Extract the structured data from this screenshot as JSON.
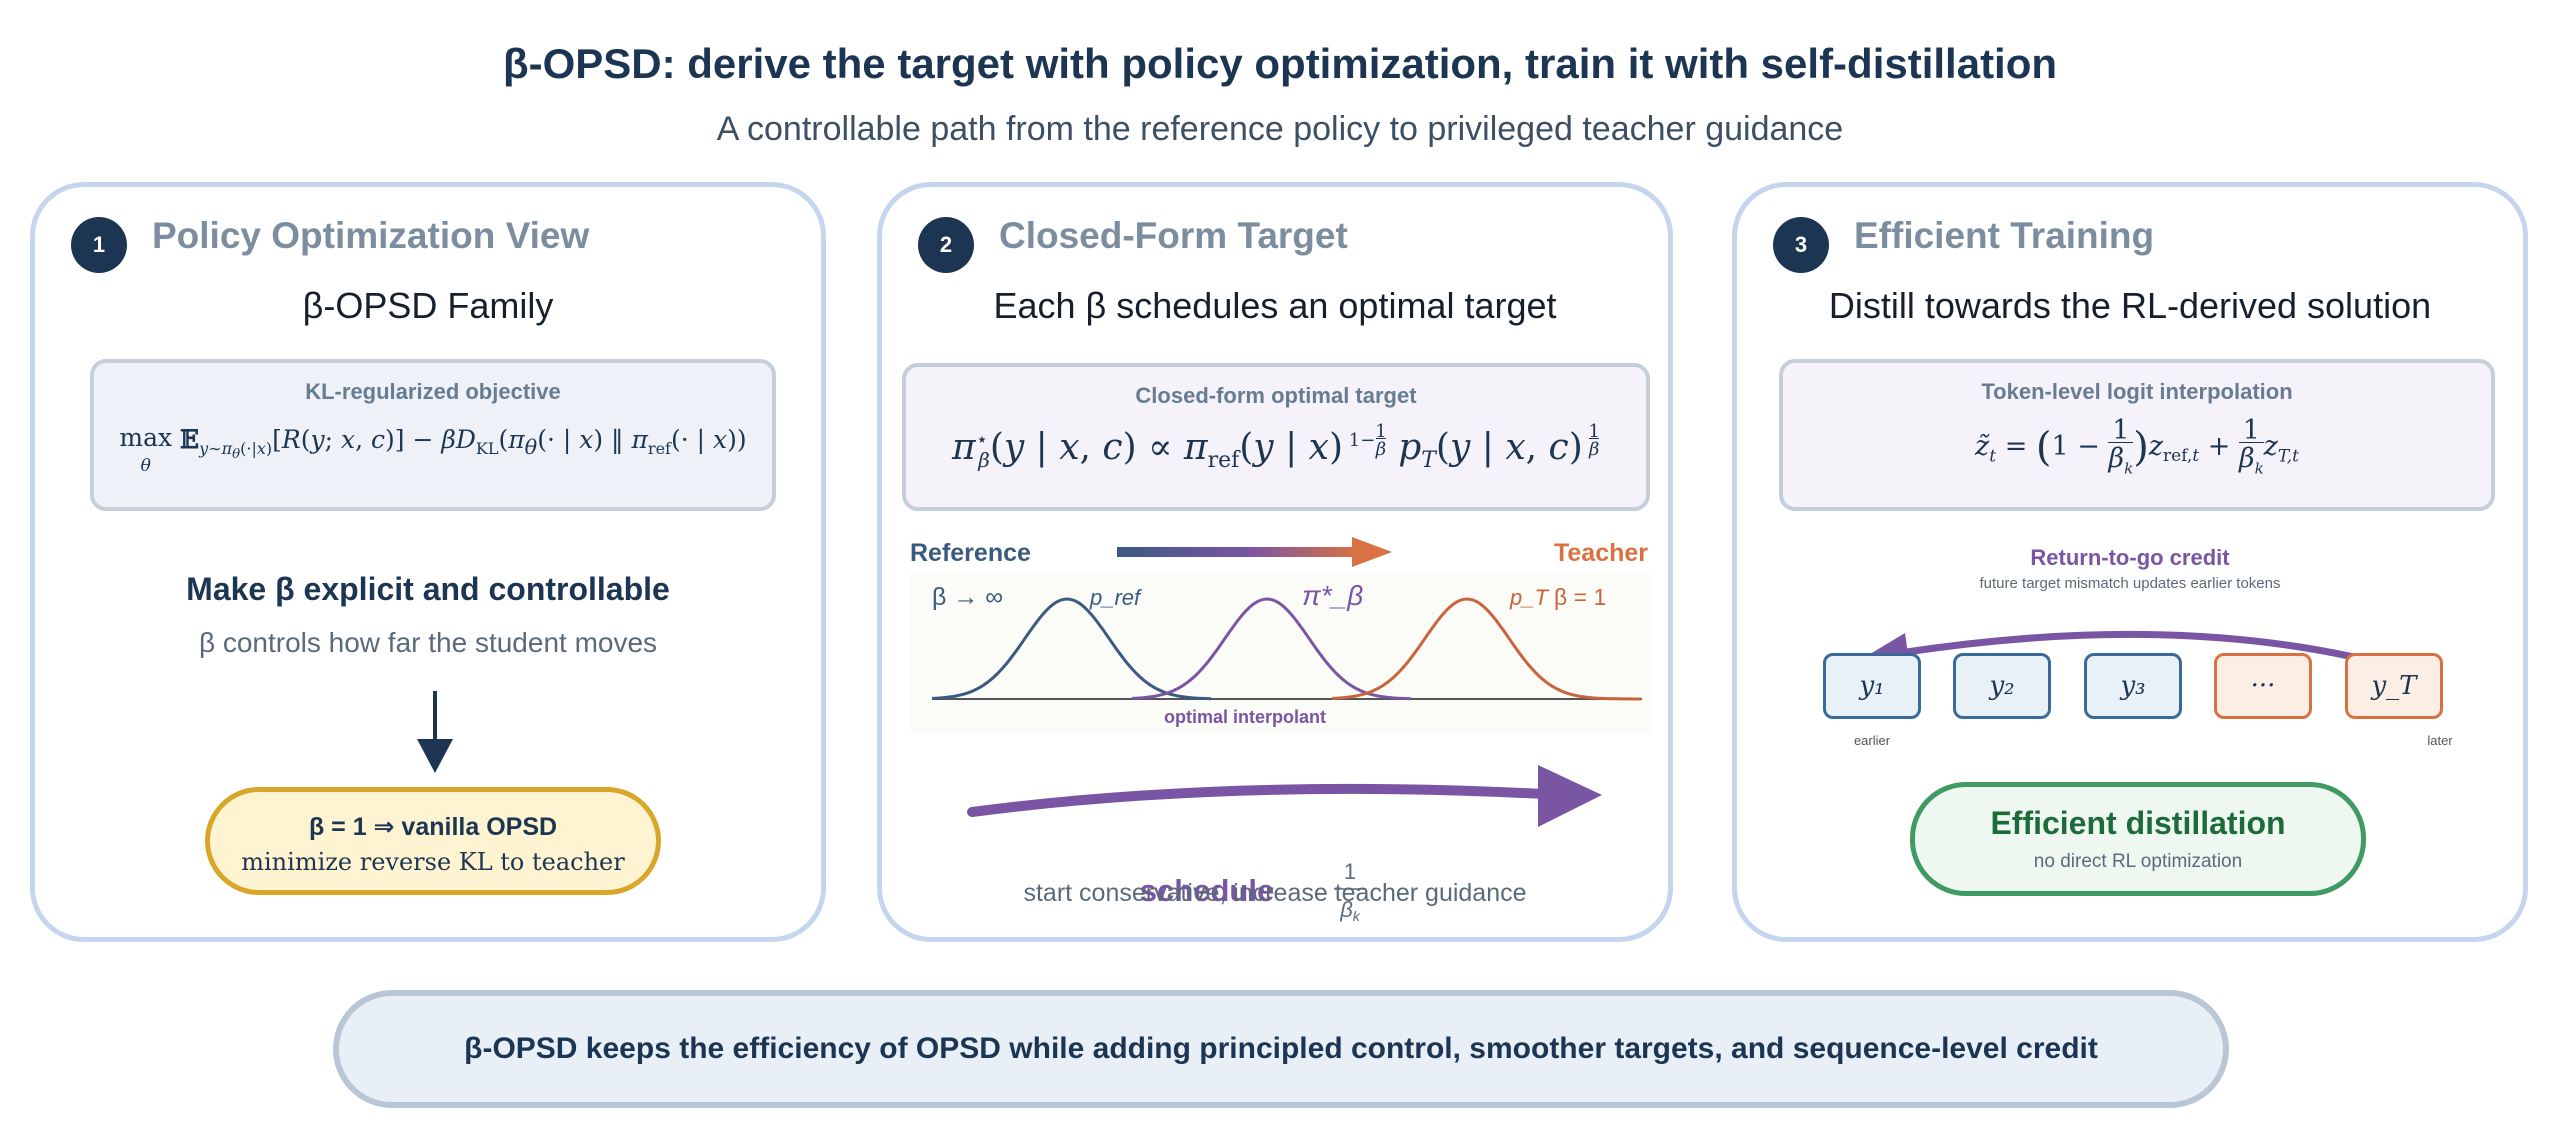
{
  "header": {
    "title": "β-OPSD: derive the target with policy optimization, train it with self-distillation",
    "subtitle": "A controllable path from the reference policy to privileged teacher guidance"
  },
  "panels": [
    {
      "number": "1",
      "title": "Policy Optimization View",
      "subtitle": "β-OPSD Family",
      "formula_label": "KL-regularized objective",
      "formula": "max_θ E_{y∼π_θ(·|x)}[R(y;x,c)] − βD_KL(π_θ(·|x) ‖ π_ref(·|x))",
      "heading": "Make β explicit and controllable",
      "caption": "β controls how far the student moves",
      "result_title": "β = 1 ⇒ vanilla OPSD",
      "result_caption": "minimize reverse KL to teacher"
    },
    {
      "number": "2",
      "title": "Closed-Form Target",
      "subtitle": "Each β schedules an optimal target",
      "formula_label": "Closed-form optimal target",
      "formula": "π*_β(y|x,c) ∝ π_ref(y|x)^{1−1/β} p_T(y|x,c)^{1/β}",
      "reference_label": "Reference",
      "teacher_label": "Teacher",
      "beta_inf_label": "β → ∞",
      "pref_label": "p_ref",
      "pstar_label": "π*_β",
      "pt_label": "p_T",
      "beta_one_label": "β = 1",
      "interpolant_label": "optimal interpolant",
      "schedule_label": "schedule",
      "schedule_formula": "1/β_k",
      "caption": "start conservative, increase teacher guidance"
    },
    {
      "number": "3",
      "title": "Efficient Training",
      "subtitle": "Distill towards the RL-derived solution",
      "formula_label": "Token-level logit interpolation",
      "formula": "z̃_t = (1 − 1/β_k) z_ref,t + 1/β_k z_T,t",
      "credit_title": "Return-to-go credit",
      "credit_caption": "future target mismatch updates earlier tokens",
      "tokens": [
        "y₁",
        "y₂",
        "y₃",
        "···",
        "y_T"
      ],
      "earlier_label": "earlier",
      "later_label": "later",
      "result_title": "Efficient distillation",
      "result_caption": "no direct RL optimization"
    }
  ],
  "footer": {
    "text": "β-OPSD keeps the efficiency of OPSD while adding principled control, smoother targets, and sequence-level credit"
  },
  "colors": {
    "navy": "#1c3552",
    "reference_blue": "#3a5a80",
    "purple": "#7a55a3",
    "teacher_orange": "#d87242",
    "panel_border": "#c5d5ee",
    "gold_border": "#d9a62a",
    "green_border": "#3f9b63"
  }
}
